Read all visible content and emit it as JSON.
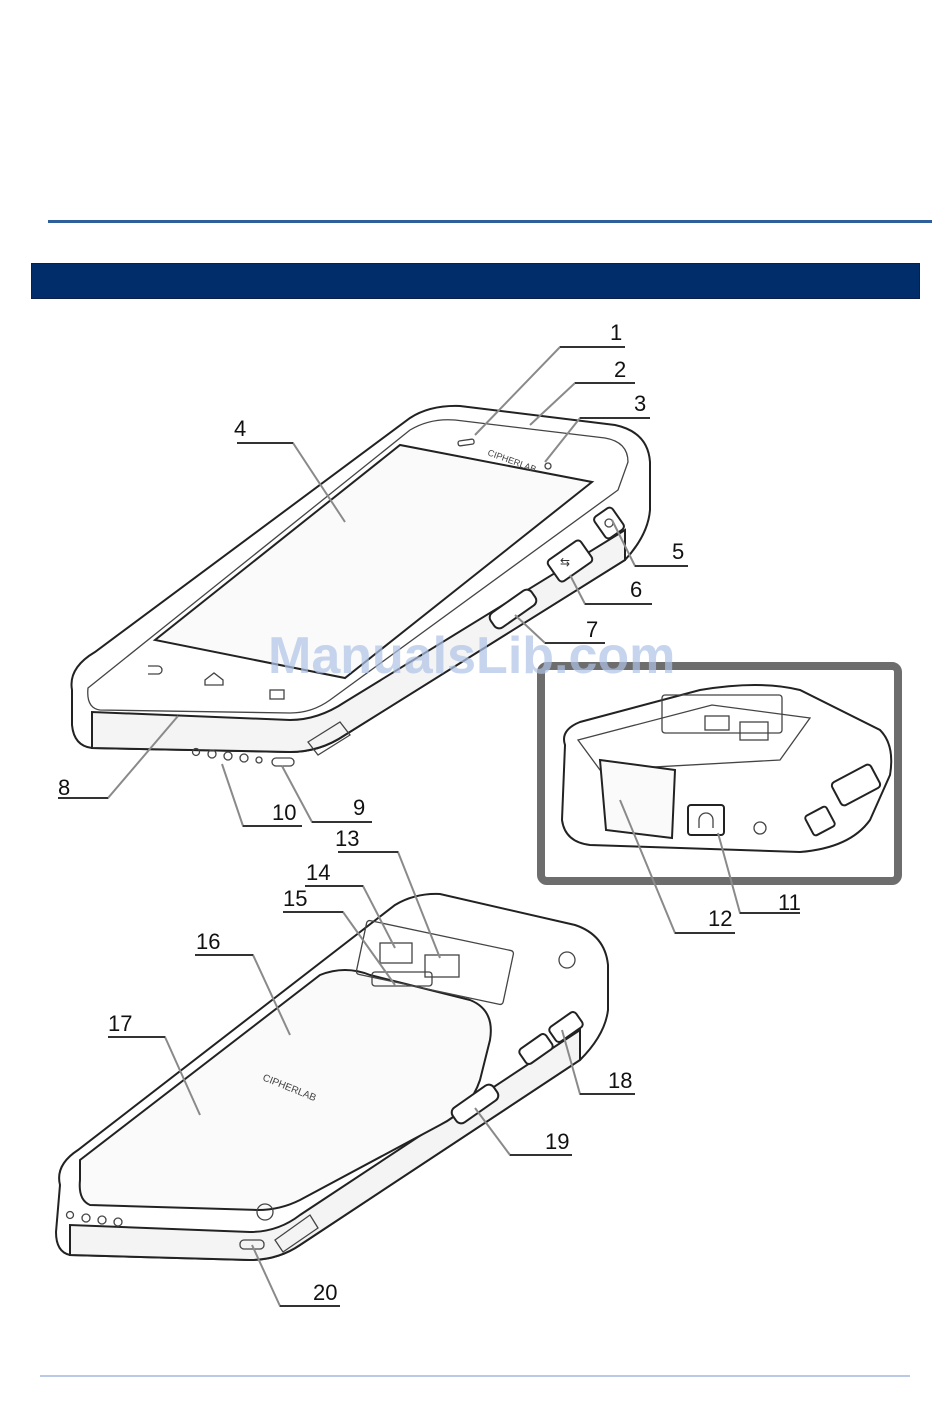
{
  "page": {
    "section_title": ""
  },
  "watermark": "ManualsLib.com",
  "callouts": [
    {
      "label": "1"
    },
    {
      "label": "2"
    },
    {
      "label": "3"
    },
    {
      "label": "4"
    },
    {
      "label": "5"
    },
    {
      "label": "6"
    },
    {
      "label": "7"
    },
    {
      "label": "8"
    },
    {
      "label": "9"
    },
    {
      "label": "10"
    },
    {
      "label": "11"
    },
    {
      "label": "12"
    },
    {
      "label": "13"
    },
    {
      "label": "14"
    },
    {
      "label": "15"
    },
    {
      "label": "16"
    },
    {
      "label": "17"
    },
    {
      "label": "18"
    },
    {
      "label": "19"
    },
    {
      "label": "20"
    }
  ],
  "colors": {
    "section_bar": "#012e6b",
    "top_rule": "#2f5f9a",
    "inset_border": "#6d6d6d"
  },
  "icons": [
    "back-icon",
    "home-icon",
    "recent-apps-icon",
    "usb-icon",
    "power-icon",
    "headset-icon"
  ]
}
